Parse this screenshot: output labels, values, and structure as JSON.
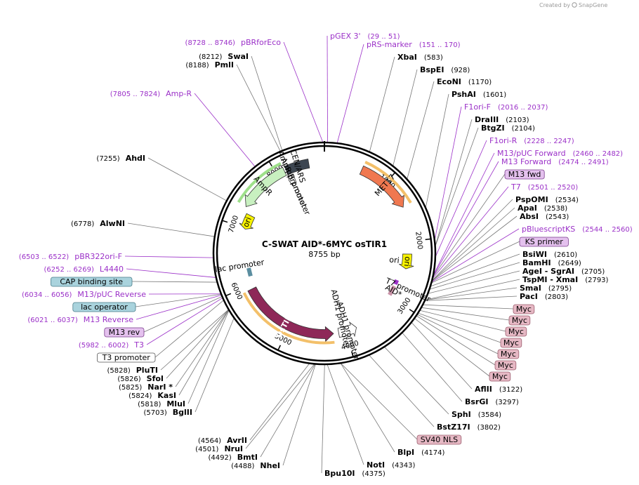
{
  "credit": {
    "prefix": "Created by",
    "brand": "SnapGene"
  },
  "plasmid": {
    "name": "C-SWAT AID*-6MYC osTIR1",
    "size_label": "8755 bp",
    "length": 8755
  },
  "ticks": [
    {
      "label": "1000",
      "pos": 1000
    },
    {
      "label": "2000",
      "pos": 2000
    },
    {
      "label": "3000",
      "pos": 3000
    },
    {
      "label": "4000",
      "pos": 4000
    },
    {
      "label": "5000",
      "pos": 5000
    },
    {
      "label": "6000",
      "pos": 6000
    },
    {
      "label": "7000",
      "pos": 7000
    },
    {
      "label": "8000",
      "pos": 8000
    }
  ],
  "features": [
    {
      "name": "CEN/ARS",
      "label": "CEN/ARS",
      "start": 8155,
      "end": 8515,
      "color": "#3d4651",
      "dir": 0,
      "r": 130
    },
    {
      "name": "AmpR",
      "label": "AmpR",
      "start": 7315,
      "end": 8125,
      "color": "#c8f0c0",
      "dir": -1,
      "r": 130
    },
    {
      "name": "AmpR promoter",
      "label": "AmpR promoter",
      "start": 8125,
      "end": 8230,
      "color": "#ffffff",
      "dir": -1,
      "r": 115
    },
    {
      "name": "MET17 promoter",
      "label": "MET17",
      "start": 585,
      "end": 1450,
      "color": "#f07850",
      "dir": 1,
      "r": 130
    },
    {
      "name": "ori",
      "label": "ori",
      "start": 6980,
      "end": 7225,
      "color": "#f7f200",
      "dir": -1,
      "r": 118
    },
    {
      "name": "f1 ori",
      "label": "ori",
      "start": 2200,
      "end": 2450,
      "color": "#f7f200",
      "dir": 1,
      "r": 118
    },
    {
      "name": "OsTIR1",
      "label": "OsTIR1",
      "start": 4220,
      "end": 5930,
      "color": "#8e2858",
      "dir": -1,
      "r": 115
    },
    {
      "name": "ADH1 promoter",
      "label": "ADH1 promoter",
      "start": 3810,
      "end": 4130,
      "color": "#ffffff",
      "dir": -1,
      "r": 115
    }
  ],
  "inner_labels": [
    {
      "text": "AmpR promoter",
      "pos": 8180,
      "r": 104
    },
    {
      "text": "lac promoter",
      "pos": 6355,
      "r": 122
    },
    {
      "text": "T7 promoter",
      "pos": 2770,
      "r": 130
    },
    {
      "text": "ADH1 promoter",
      "pos": 4050,
      "r": 96
    },
    {
      "text": "AID*",
      "pos": 2890,
      "r": 112
    },
    {
      "text": "ori",
      "pos": 2330,
      "r": 100
    }
  ],
  "enzymes_right": [
    {
      "name": "XbaI",
      "pos_label": "(583)"
    },
    {
      "name": "BspEI",
      "pos_label": "(928)"
    },
    {
      "name": "EcoNI",
      "pos_label": "(1170)"
    },
    {
      "name": "PshAI",
      "pos_label": "(1601)"
    },
    {
      "name": "DraIII",
      "pos_label": "(2103)"
    },
    {
      "name": "BtgZI",
      "pos_label": "(2104)"
    },
    {
      "name": "PspOMI",
      "pos_label": "(2534)"
    },
    {
      "name": "ApaI",
      "pos_label": "(2538)"
    },
    {
      "name": "AbsI",
      "pos_label": "(2543)"
    },
    {
      "name": "BsiWI",
      "pos_label": "(2610)"
    },
    {
      "name": "BamHI",
      "pos_label": "(2649)"
    },
    {
      "name": "AgeI - SgrAI",
      "pos_label": "(2705)"
    },
    {
      "name": "TspMI - XmaI",
      "pos_label": "(2793)"
    },
    {
      "name": "SmaI",
      "pos_label": "(2795)"
    },
    {
      "name": "PacI",
      "pos_label": "(2803)"
    },
    {
      "name": "AflII",
      "pos_label": "(3122)"
    },
    {
      "name": "BsrGI",
      "pos_label": "(3297)"
    },
    {
      "name": "SphI",
      "pos_label": "(3584)"
    },
    {
      "name": "BstZ17I",
      "pos_label": "(3802)"
    },
    {
      "name": "BlpI",
      "pos_label": "(4174)"
    },
    {
      "name": "NotI",
      "pos_label": "(4343)"
    },
    {
      "name": "Bpu10I",
      "pos_label": "(4375)"
    }
  ],
  "enzymes_left": [
    {
      "name": "SwaI",
      "pos_label": "(8212)"
    },
    {
      "name": "PmlI",
      "pos_label": "(8188)"
    },
    {
      "name": "AhdI",
      "pos_label": "(7255)"
    },
    {
      "name": "AlwNI",
      "pos_label": "(6778)"
    },
    {
      "name": "PluTI",
      "pos_label": "(5828)"
    },
    {
      "name": "SfoI",
      "pos_label": "(5826)"
    },
    {
      "name": "NarI *",
      "pos_label": "(5825)"
    },
    {
      "name": "KasI",
      "pos_label": "(5824)"
    },
    {
      "name": "MluI",
      "pos_label": "(5818)"
    },
    {
      "name": "BglII",
      "pos_label": "(5703)"
    },
    {
      "name": "AvrII",
      "pos_label": "(4564)"
    },
    {
      "name": "NruI",
      "pos_label": "(4501)"
    },
    {
      "name": "BmtI",
      "pos_label": "(4492)"
    },
    {
      "name": "NheI",
      "pos_label": "(4488)"
    }
  ],
  "primers_right": [
    {
      "name": "pGEX 3'",
      "pos_label": "(29 .. 51)"
    },
    {
      "name": "pRS-marker",
      "pos_label": "(151 .. 170)"
    },
    {
      "name": "F1ori-F",
      "pos_label": "(2016 .. 2037)"
    },
    {
      "name": "F1ori-R",
      "pos_label": "(2228 .. 2247)"
    },
    {
      "name": "M13/pUC Forward",
      "pos_label": "(2460 .. 2482)"
    },
    {
      "name": "M13 Forward",
      "pos_label": "(2474 .. 2491)"
    },
    {
      "name": "T7",
      "pos_label": "(2501 .. 2520)"
    },
    {
      "name": "pBluescriptKS",
      "pos_label": "(2544 .. 2560)"
    }
  ],
  "primers_left": [
    {
      "name": "pBRforEco",
      "pos_label": "(8728 .. 8746)"
    },
    {
      "name": "Amp-R",
      "pos_label": "(7805 .. 7824)"
    },
    {
      "name": "pBR322ori-F",
      "pos_label": "(6503 .. 6522)"
    },
    {
      "name": "L4440",
      "pos_label": "(6252 .. 6269)"
    },
    {
      "name": "M13/pUC Reverse",
      "pos_label": "(6034 .. 6056)"
    },
    {
      "name": "M13 Reverse",
      "pos_label": "(6021 .. 6037)"
    },
    {
      "name": "T3",
      "pos_label": "(5982 .. 6002)"
    }
  ],
  "boxes_right": [
    {
      "text": "M13 fwd",
      "fill": "#e4c1ee",
      "stroke": "#7a3d8c"
    },
    {
      "text": "KS primer",
      "fill": "#e4c1ee",
      "stroke": "#7a3d8c"
    },
    {
      "text": "Myc",
      "fill": "#e6b8c4",
      "stroke": "#9a5c6c"
    },
    {
      "text": "Myc",
      "fill": "#e6b8c4",
      "stroke": "#9a5c6c"
    },
    {
      "text": "Myc",
      "fill": "#e6b8c4",
      "stroke": "#9a5c6c"
    },
    {
      "text": "Myc",
      "fill": "#e6b8c4",
      "stroke": "#9a5c6c"
    },
    {
      "text": "Myc",
      "fill": "#e6b8c4",
      "stroke": "#9a5c6c"
    },
    {
      "text": "Myc",
      "fill": "#e6b8c4",
      "stroke": "#9a5c6c"
    },
    {
      "text": "SV40 NLS",
      "fill": "#e6b8c4",
      "stroke": "#9a5c6c"
    }
  ],
  "boxes_left": [
    {
      "text": "CAP binding site",
      "fill": "#a9d3dd",
      "stroke": "#4a7d8a"
    },
    {
      "text": "lac operator",
      "fill": "#a9d3dd",
      "stroke": "#4a7d8a"
    },
    {
      "text": "M13 rev",
      "fill": "#e4c1ee",
      "stroke": "#7a3d8c"
    },
    {
      "text": "T3 promoter",
      "fill": "#ffffff",
      "stroke": "#555555"
    }
  ]
}
